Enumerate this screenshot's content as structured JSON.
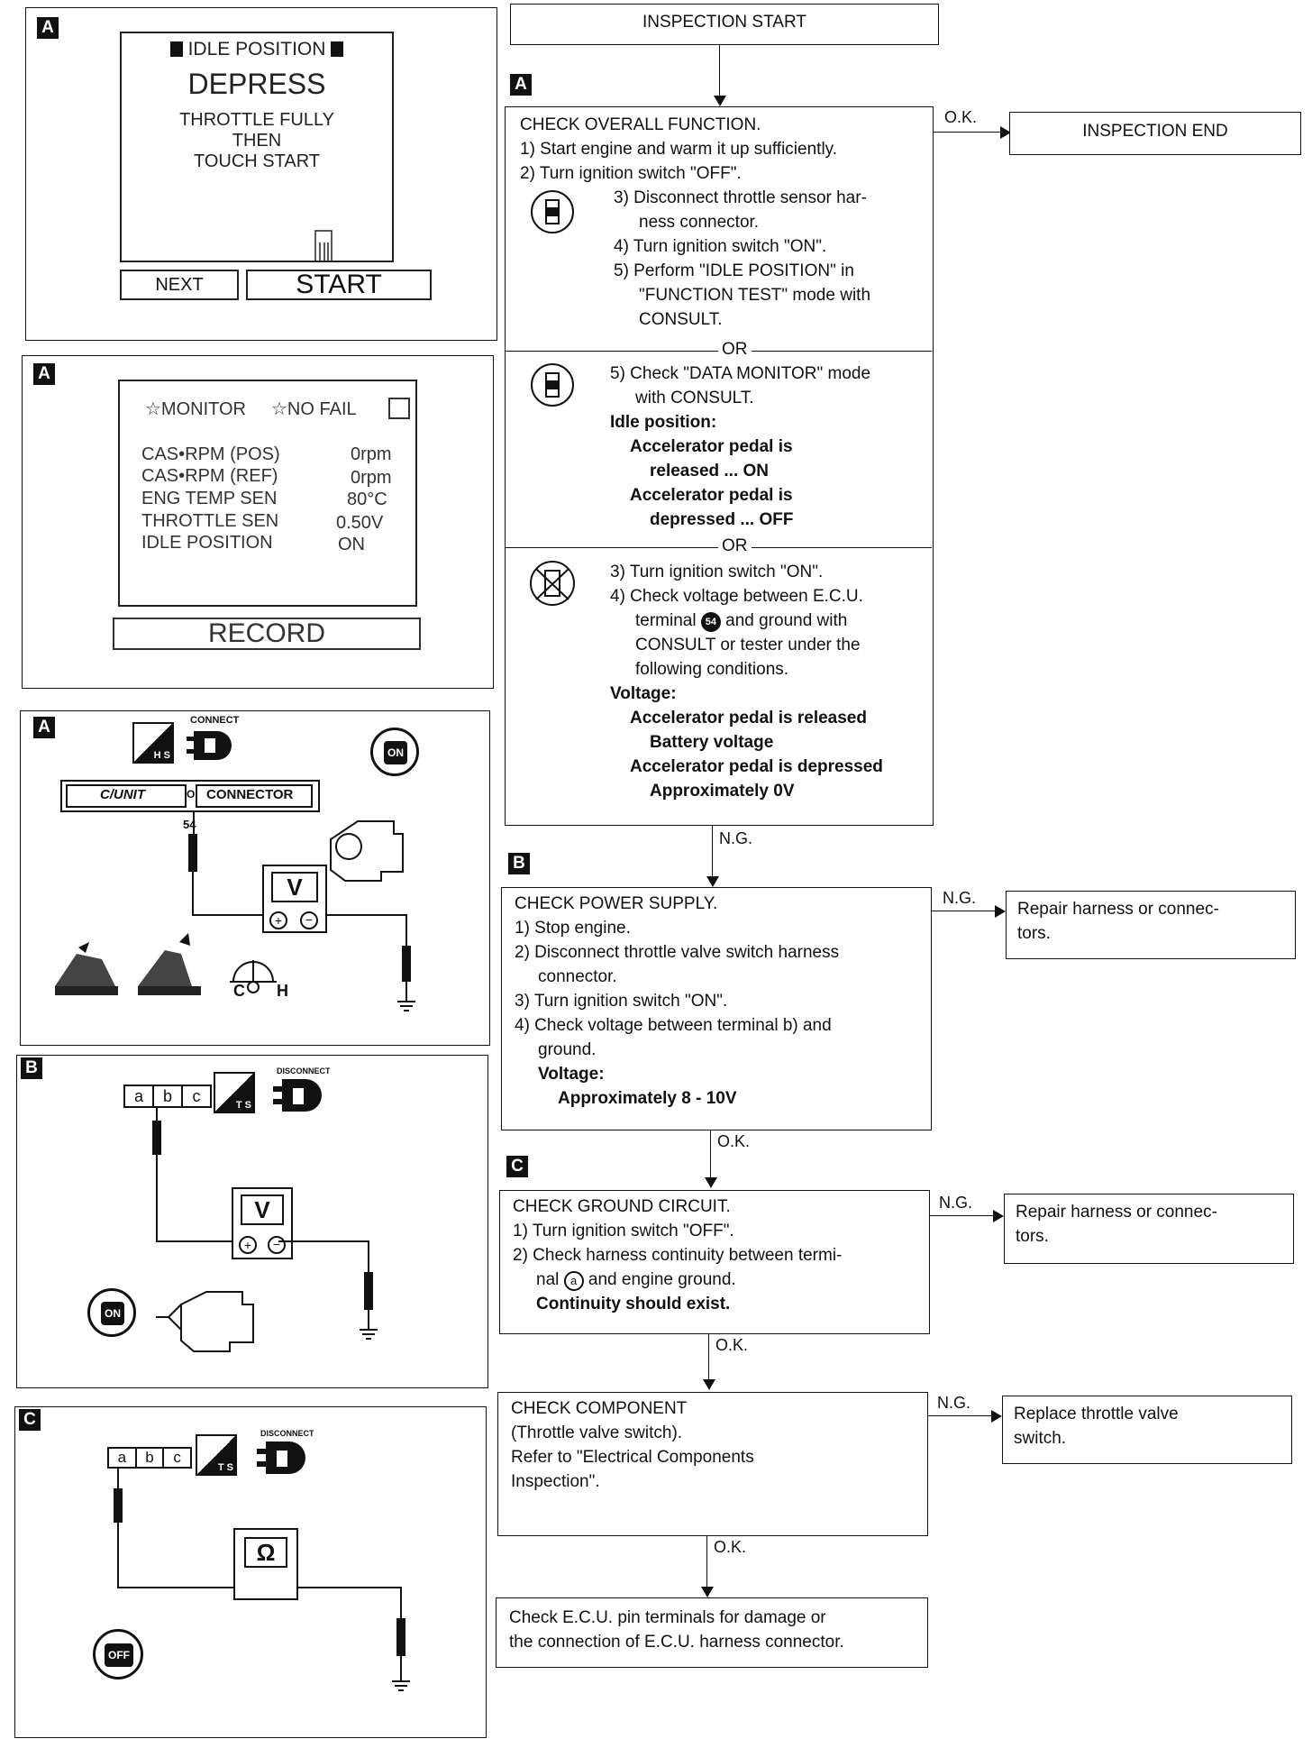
{
  "tags": {
    "a": "A",
    "b": "B",
    "c": "C"
  },
  "screen1": {
    "title": "IDLE POSITION",
    "big": "DEPRESS",
    "lines": [
      "THROTTLE FULLY",
      "THEN",
      "TOUCH START"
    ],
    "next": "NEXT",
    "start": "START"
  },
  "screen2": {
    "monitor": "☆MONITOR",
    "nofail": "☆NO FAIL",
    "rows": [
      {
        "k": "CAS•RPM (POS)",
        "v": "0rpm"
      },
      {
        "k": "CAS•RPM (REF)",
        "v": "0rpm"
      },
      {
        "k": "ENG TEMP SEN",
        "v": "80°C"
      },
      {
        "k": "THROTTLE SEN",
        "v": "0.50V"
      },
      {
        "k": "IDLE POSITION",
        "v": "ON"
      }
    ],
    "record": "RECORD"
  },
  "diagA": {
    "hs": "H S",
    "connect": "CONNECT",
    "cunit": "C/UNIT",
    "o": "O",
    "connector": "CONNECTOR",
    "pin": "54",
    "v": "V",
    "on": "ON",
    "c": "C",
    "h": "H"
  },
  "diagB": {
    "abc": [
      "a",
      "b",
      "c"
    ],
    "ts": "T S",
    "disconnect": "DISCONNECT",
    "v": "V",
    "on": "ON"
  },
  "diagC": {
    "abc": [
      "a",
      "b",
      "c"
    ],
    "ts": "T S",
    "disconnect": "DISCONNECT",
    "ohm": "Ω",
    "off": "OFF"
  },
  "flow": {
    "start": "INSPECTION START",
    "end": "INSPECTION END",
    "ok": "O.K.",
    "ng": "N.G.",
    "or": "OR",
    "boxA": {
      "l1": "CHECK OVERALL FUNCTION.",
      "l2": "1) Start engine and warm it up sufficiently.",
      "l3": "2) Turn ignition switch \"OFF\".",
      "l4": "3) Disconnect throttle sensor har-",
      "l5": "ness connector.",
      "l6": "4) Turn ignition switch \"ON\".",
      "l7": "5) Perform \"IDLE POSITION\" in",
      "l8": "\"FUNCTION TEST\" mode with",
      "l9": "CONSULT.",
      "m1": "5) Check \"DATA MONITOR\" mode",
      "m2": "with CONSULT.",
      "m3": "Idle position:",
      "m4": "Accelerator pedal is",
      "m5": "released ... ON",
      "m6": "Accelerator pedal is",
      "m7": "depressed ... OFF",
      "n1": "3) Turn ignition switch \"ON\".",
      "n2": "4) Check voltage between E.C.U.",
      "n3": "terminal",
      "n3b": "54",
      "n3c": "and ground with",
      "n4": "CONSULT or tester under the",
      "n5": "following conditions.",
      "n6": "Voltage:",
      "n7": "Accelerator pedal is released",
      "n8": "Battery voltage",
      "n9": "Accelerator pedal is depressed",
      "n10": "Approximately 0V"
    },
    "boxB": {
      "l1": "CHECK POWER SUPPLY.",
      "l2": "1) Stop engine.",
      "l3": "2) Disconnect throttle valve switch harness",
      "l4": "connector.",
      "l5": "3) Turn ignition switch \"ON\".",
      "l6": "4) Check voltage between terminal b) and",
      "l7": "ground.",
      "l8": "Voltage:",
      "l9": "Approximately 8 - 10V"
    },
    "repairB": {
      "l1": "Repair harness or connec-",
      "l2": "tors."
    },
    "boxC": {
      "l1": "CHECK GROUND CIRCUIT.",
      "l2": "1) Turn ignition switch \"OFF\".",
      "l3": "2) Check harness continuity between termi-",
      "l4": "nal",
      "l4b": "a",
      "l4c": "and engine ground.",
      "l5": "Continuity should exist."
    },
    "repairC": {
      "l1": "Repair harness or connec-",
      "l2": "tors."
    },
    "boxD": {
      "l1": "CHECK COMPONENT",
      "l2": "(Throttle valve switch).",
      "l3": "Refer to \"Electrical Components",
      "l4": "Inspection\"."
    },
    "replace": {
      "l1": "Replace throttle valve",
      "l2": "switch."
    },
    "final": {
      "l1": "Check E.C.U. pin terminals for damage or",
      "l2": "the connection of E.C.U. harness connector."
    }
  }
}
